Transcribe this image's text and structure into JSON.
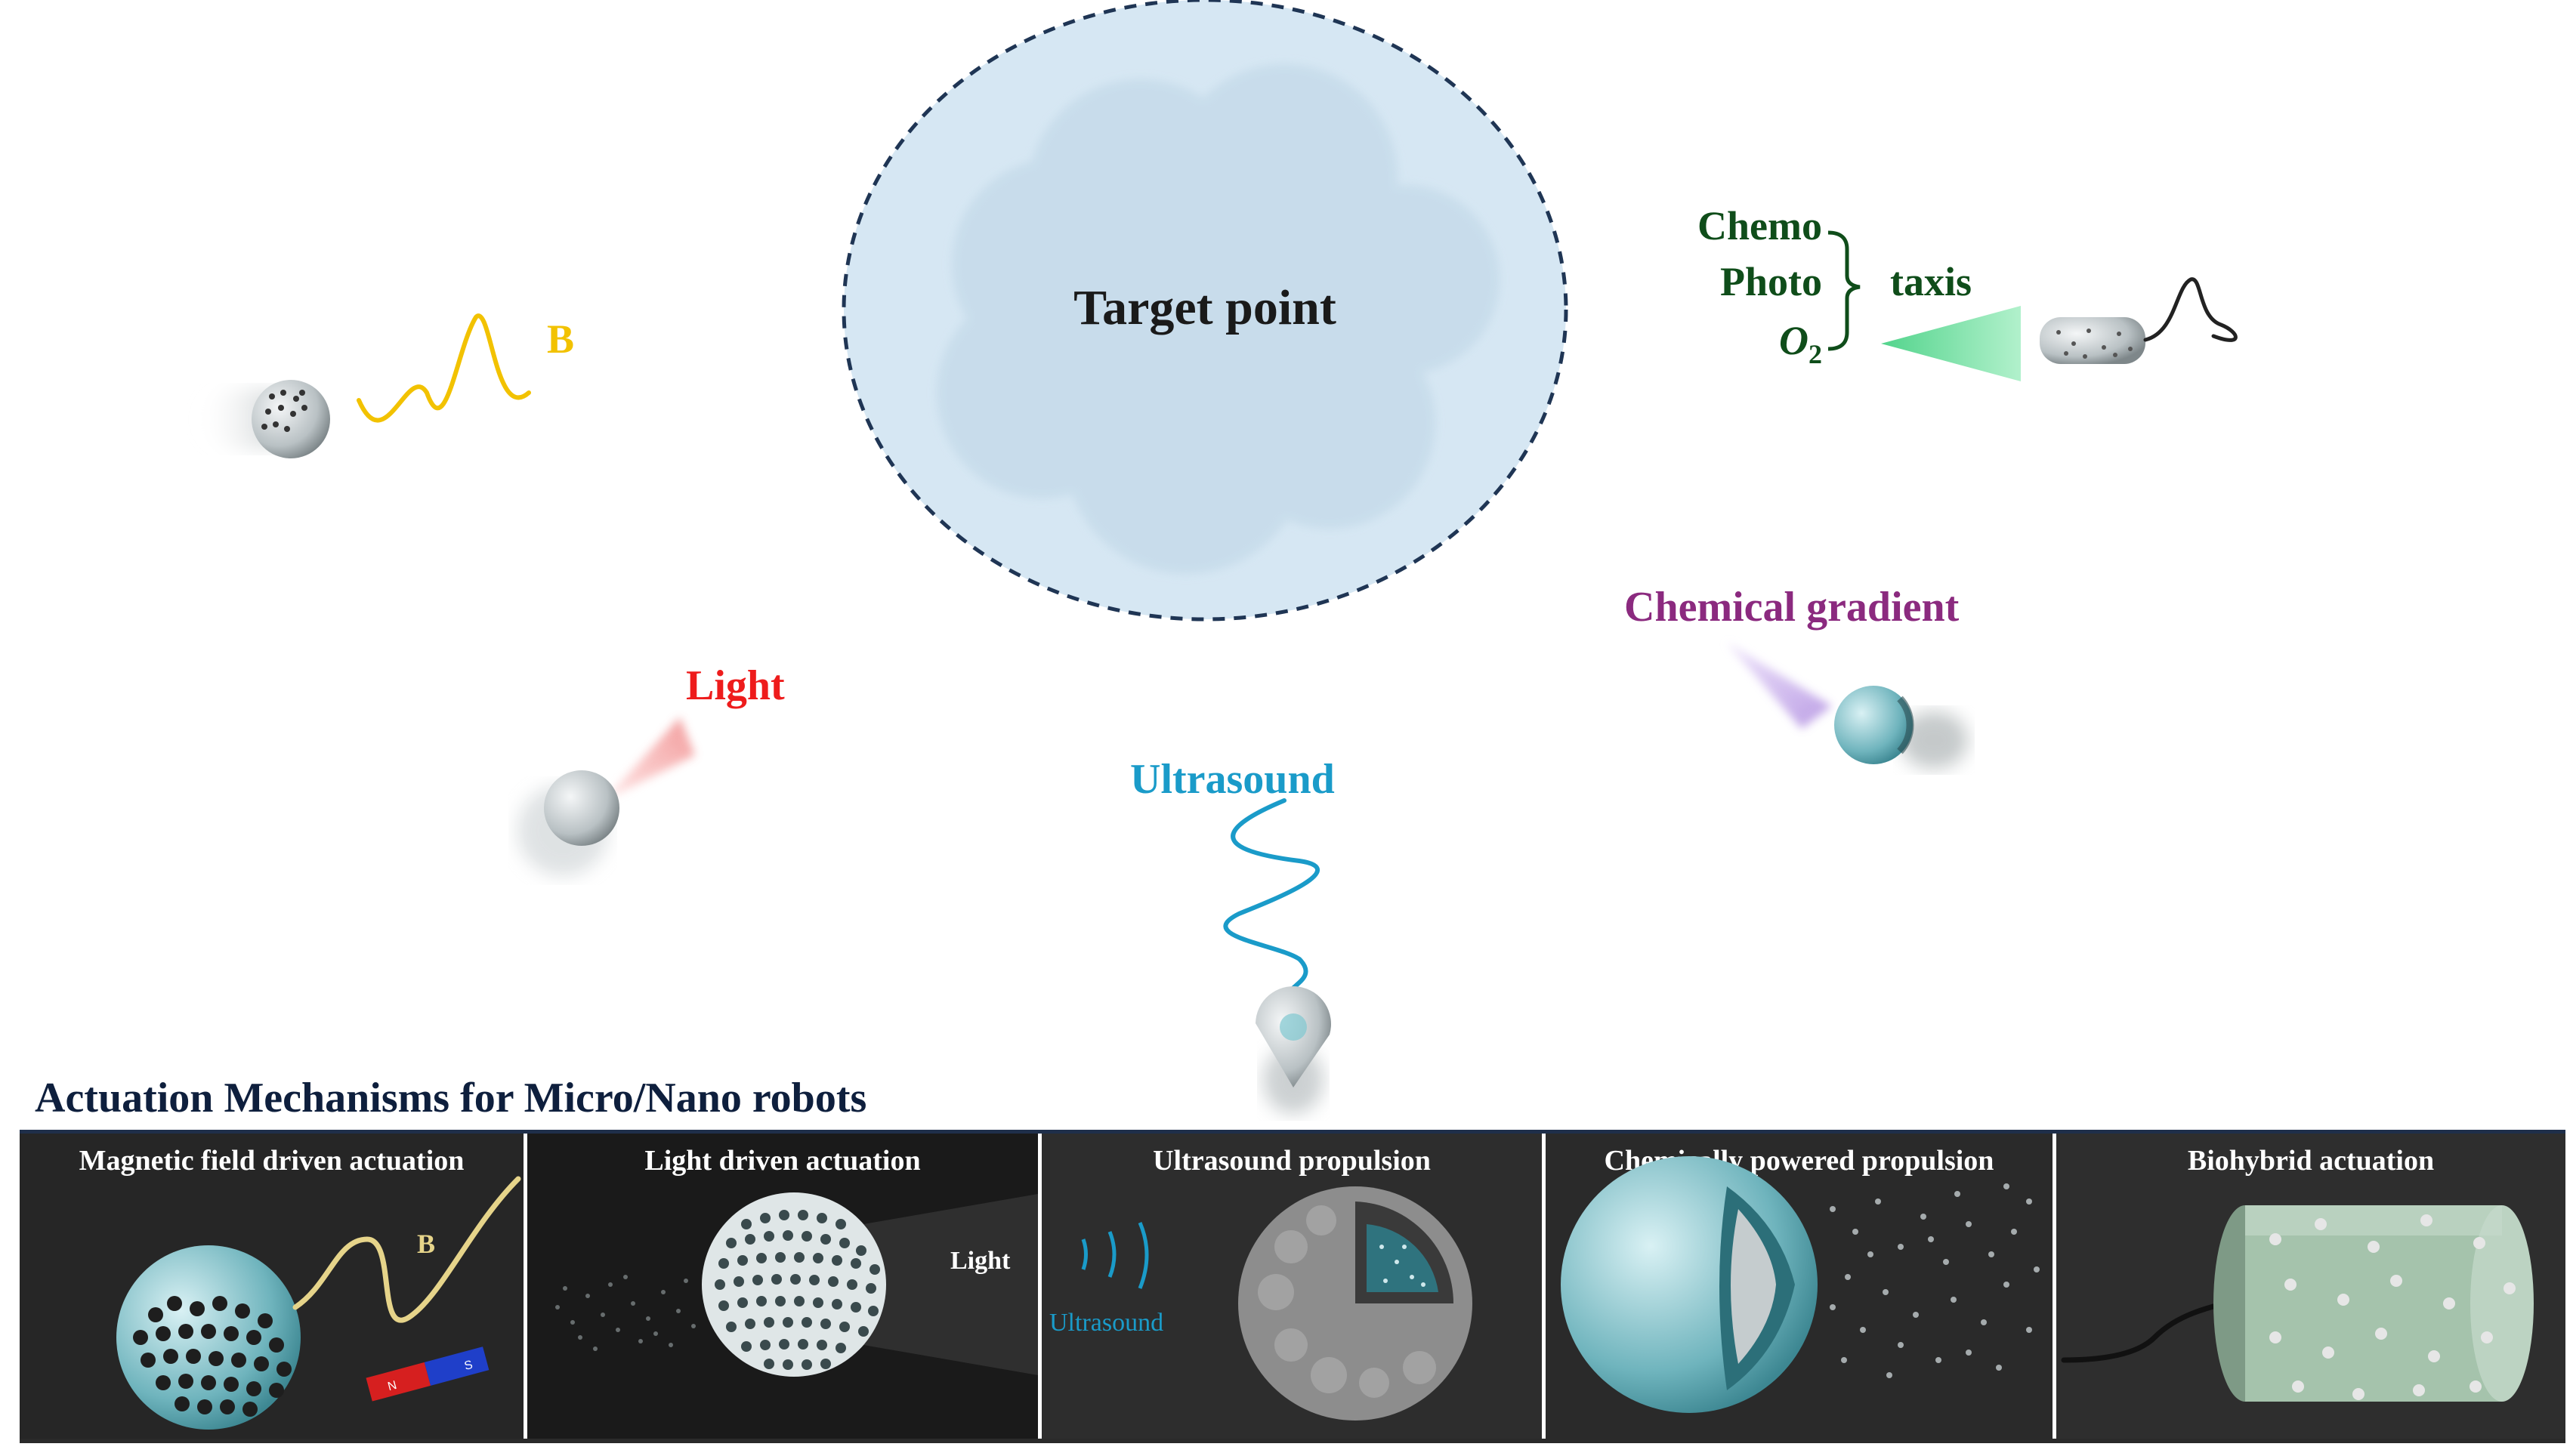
{
  "target": {
    "label": "Target point"
  },
  "magnetic": {
    "label": "B"
  },
  "taxis": {
    "items": [
      "Chemo",
      "Photo",
      "O"
    ],
    "o2_subscript": "2",
    "label": "taxis"
  },
  "chemical_gradient": {
    "label": "Chemical gradient"
  },
  "light": {
    "label": "Light"
  },
  "ultrasound": {
    "label": "Ultrasound"
  },
  "section": {
    "title": "Actuation Mechanisms for Micro/Nano robots"
  },
  "panels": [
    {
      "title": "Magnetic field driven actuation",
      "inner_label": "B"
    },
    {
      "title": "Light driven actuation",
      "inner_label": "Light"
    },
    {
      "title": "Ultrasound propulsion",
      "inner_label": "Ultrasound"
    },
    {
      "title": "Chemically powered propulsion"
    },
    {
      "title": "Biohybrid actuation"
    }
  ],
  "magnet_poles": {
    "north": "N",
    "south": "S"
  },
  "colors": {
    "magnetic": "#f2c200",
    "taxis": "#0f4d1a",
    "chemical_gradient": "#8b2a7f",
    "light": "#ee1c1c",
    "ultrasound": "#1a9bc9",
    "section_title": "#0e1f3d",
    "target_fill": "#d6e7f3",
    "panel_bg": "#2a2a2a"
  }
}
